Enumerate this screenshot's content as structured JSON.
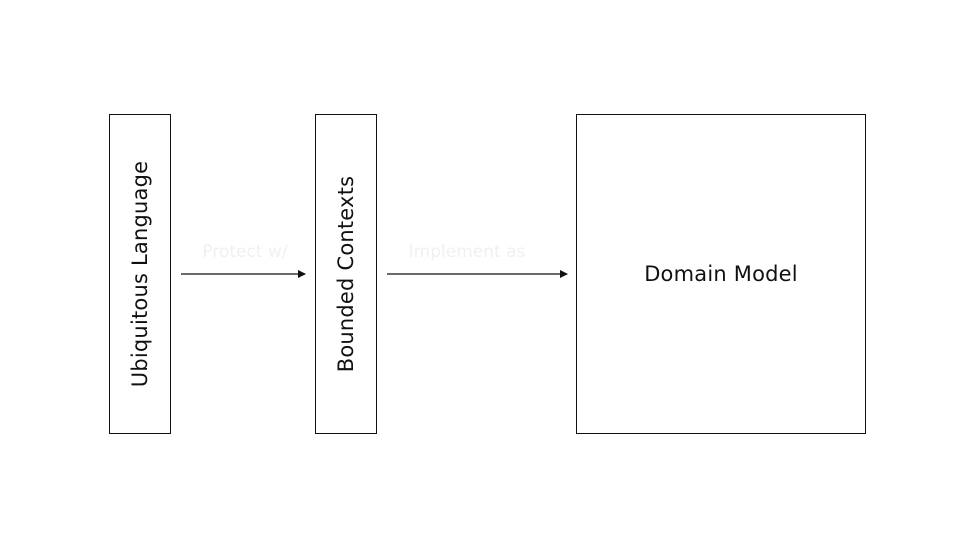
{
  "nodes": {
    "ubiquitous_language": "Ubiquitous Language",
    "bounded_contexts": "Bounded Contexts",
    "domain_model": "Domain Model"
  },
  "edges": {
    "protect_with": "Protect w/",
    "implement_as": "Implement as"
  },
  "colors": {
    "stroke": "#111111",
    "background": "#ffffff",
    "edge_label": "#f0f0f0"
  }
}
